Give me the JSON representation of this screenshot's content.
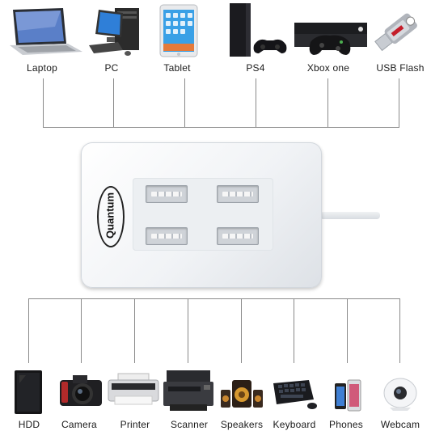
{
  "top_devices": [
    {
      "name": "laptop",
      "label": "Laptop"
    },
    {
      "name": "pc",
      "label": "PC"
    },
    {
      "name": "tablet",
      "label": "Tablet"
    },
    {
      "name": "ps4",
      "label": "PS4"
    },
    {
      "name": "xbox",
      "label": "Xbox one"
    },
    {
      "name": "usb-flash",
      "label": "USB Flash"
    }
  ],
  "bottom_devices": [
    {
      "name": "hdd",
      "label": "HDD"
    },
    {
      "name": "camera",
      "label": "Camera"
    },
    {
      "name": "printer",
      "label": "Printer"
    },
    {
      "name": "scanner",
      "label": "Scanner"
    },
    {
      "name": "speakers",
      "label": "Speakers"
    },
    {
      "name": "keyboard",
      "label": "Keyboard"
    },
    {
      "name": "phones",
      "label": "Phones"
    },
    {
      "name": "webcam",
      "label": "Webcam"
    }
  ],
  "hub": {
    "brand": "Quantum",
    "port_count": 4,
    "colors": {
      "body": "#f4f6f8",
      "line": "#8a8a8a"
    }
  }
}
